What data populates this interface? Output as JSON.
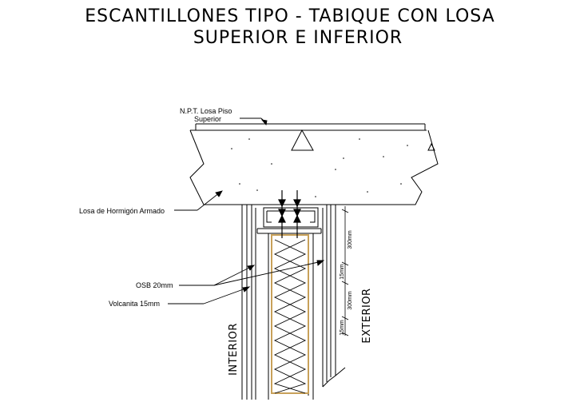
{
  "title": {
    "line1": "ESCANTILLONES TIPO - TABIQUE CON LOSA",
    "line2": "SUPERIOR E INFERIOR"
  },
  "labels": {
    "npt_line1": "N.P.T. Losa Piso",
    "npt_line2": "Superior",
    "losa": "Losa de Hormigón Armado",
    "osb": "OSB 20mm",
    "volcanita": "Volcanita 15mm",
    "interior": "INTERIOR",
    "exterior": "EXTERIOR"
  },
  "dimensions": {
    "d1": "300mm",
    "d2": "15mm",
    "d3": "300mm",
    "d4": "15mm"
  },
  "colors": {
    "line": "#000000",
    "insulation": "#c8a15a",
    "background": "#ffffff"
  }
}
